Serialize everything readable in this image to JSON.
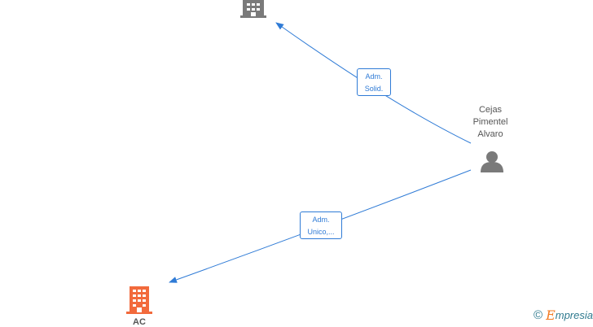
{
  "nodes": {
    "company_top": {
      "icon": "building-icon",
      "color": "#7a7a7a"
    },
    "person": {
      "icon": "person-icon",
      "color": "#7a7a7a",
      "name_lines": [
        "Cejas",
        "Pimentel",
        "Alvaro"
      ]
    },
    "company_bottom": {
      "icon": "building-icon",
      "color": "#f26a3c",
      "label": "AC"
    }
  },
  "edges": [
    {
      "from": "person",
      "to": "company_top",
      "label_lines": [
        "Adm.",
        "Solid."
      ]
    },
    {
      "from": "person",
      "to": "company_bottom",
      "label_lines": [
        "Adm.",
        "Unico,..."
      ]
    }
  ],
  "watermark": {
    "symbol": "©",
    "brand_initial": "E",
    "brand_rest": "mpresia"
  },
  "colors": {
    "edge": "#2f7bd6",
    "text": "#555555",
    "brand": "#2f7a8f",
    "accent": "#f47a20"
  }
}
